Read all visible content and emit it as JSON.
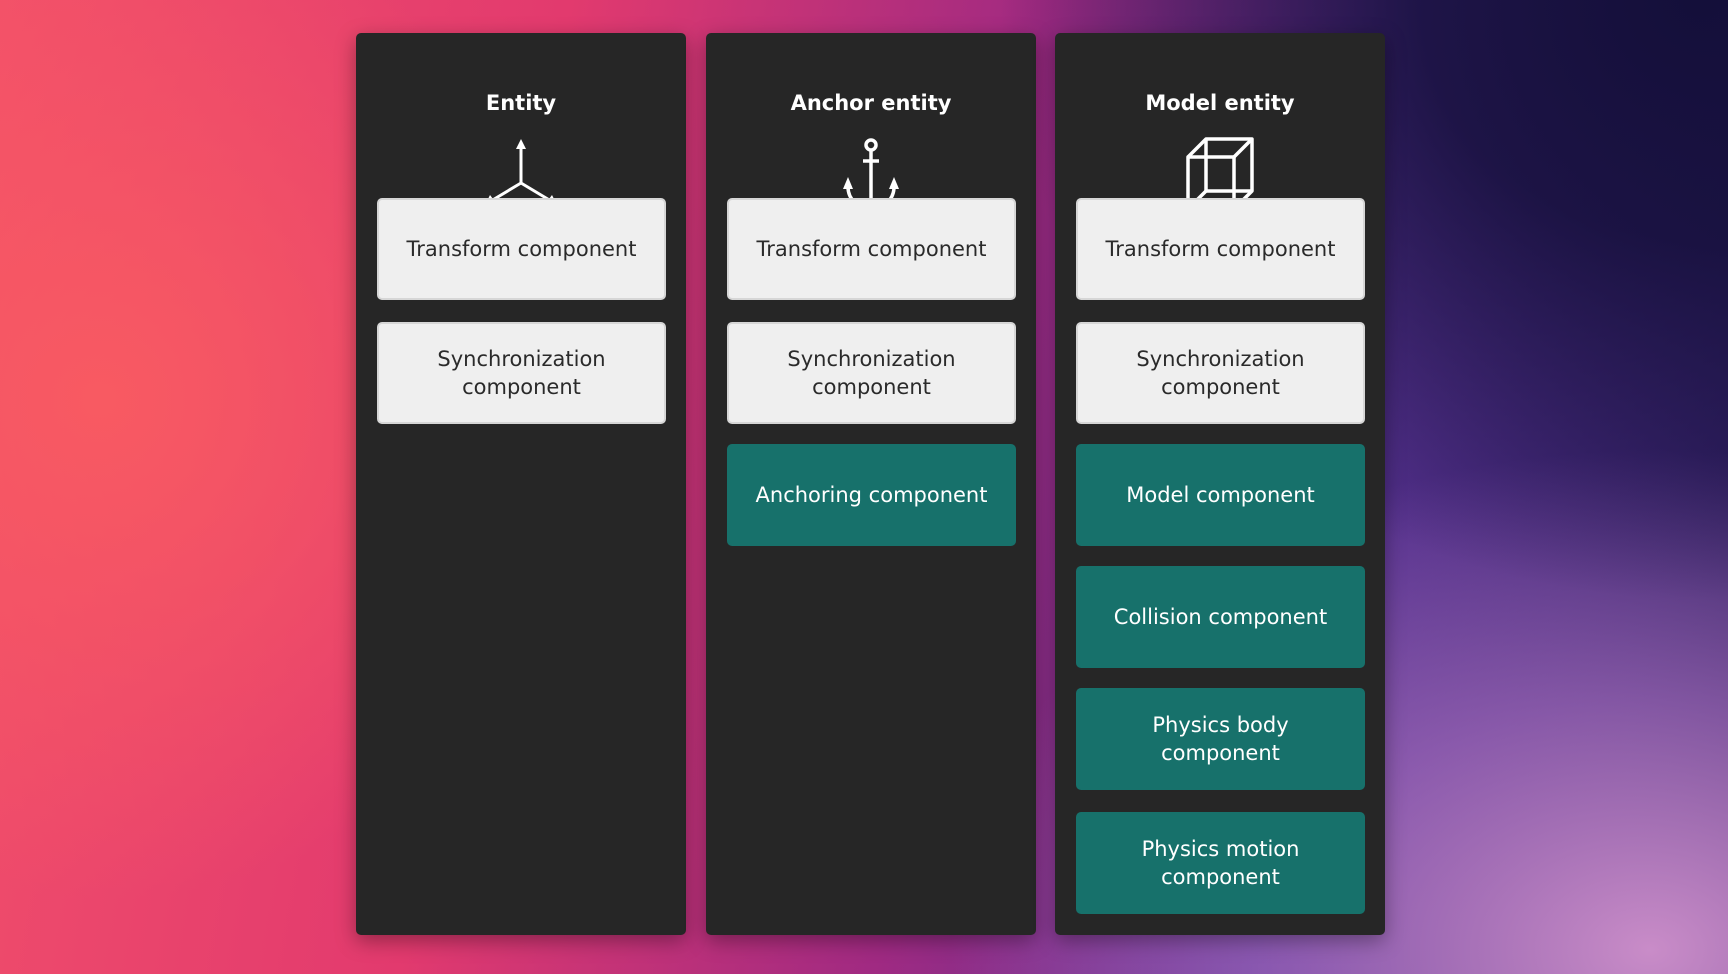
{
  "columns": [
    {
      "title": "Entity",
      "icon": "axes-icon",
      "components": [
        {
          "label": "Transform component",
          "style": "light"
        },
        {
          "label": "Synchronization component",
          "style": "light"
        }
      ]
    },
    {
      "title": "Anchor entity",
      "icon": "anchor-icon",
      "components": [
        {
          "label": "Transform component",
          "style": "light"
        },
        {
          "label": "Synchronization component",
          "style": "light"
        },
        {
          "label": "Anchoring component",
          "style": "teal"
        }
      ]
    },
    {
      "title": "Model entity",
      "icon": "cube-icon",
      "components": [
        {
          "label": "Transform component",
          "style": "light"
        },
        {
          "label": "Synchronization component",
          "style": "light"
        },
        {
          "label": "Model component",
          "style": "teal"
        },
        {
          "label": "Collision component",
          "style": "teal"
        },
        {
          "label": "Physics body component",
          "style": "teal"
        },
        {
          "label": "Physics motion component",
          "style": "teal"
        }
      ]
    }
  ],
  "colors": {
    "panel": "#262626",
    "light": "#efefef",
    "teal": "#17716b"
  }
}
